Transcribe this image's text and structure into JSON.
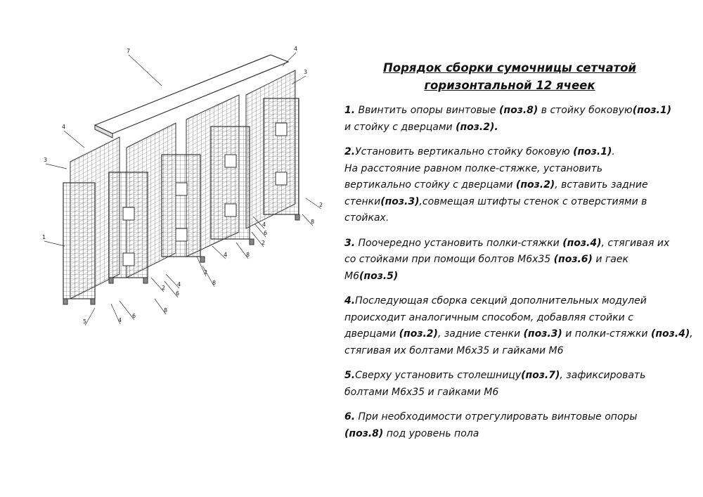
{
  "title": {
    "line1": "Порядок сборки сумочницы сетчатой",
    "line2": "горизонтальной 12 ячеек"
  },
  "steps": [
    {
      "lines": [
        [
          {
            "t": "1.",
            "b": true
          },
          {
            "t": " Ввинтить опоры винтовые "
          },
          {
            "t": "(поз.8)",
            "b": true
          },
          {
            "t": " в стойку боковую"
          },
          {
            "t": "(поз.1)",
            "b": true
          }
        ],
        [
          {
            "t": "и стойку с дверцами "
          },
          {
            "t": "(поз.2).",
            "b": true
          }
        ]
      ]
    },
    {
      "lines": [
        [
          {
            "t": "2.",
            "b": true
          },
          {
            "t": "Установить вертикально стойку боковую "
          },
          {
            "t": "(поз.1)",
            "b": true
          },
          {
            "t": "."
          }
        ],
        [
          {
            "t": "На расстояние равном полке-стяжке,  установить"
          }
        ],
        [
          {
            "t": "вертикально стойку с дверцами "
          },
          {
            "t": "(поз.2)",
            "b": true
          },
          {
            "t": ", вставить задние"
          }
        ],
        [
          {
            "t": "стенки"
          },
          {
            "t": "(поз.3)",
            "b": true
          },
          {
            "t": ",совмещая штифты стенок с отверстиями в"
          }
        ],
        [
          {
            "t": "стойках."
          }
        ]
      ]
    },
    {
      "lines": [
        [
          {
            "t": "3.",
            "b": true
          },
          {
            "t": " Поочередно установить полки-стяжки "
          },
          {
            "t": "(поз.4)",
            "b": true
          },
          {
            "t": ", стягивая их"
          }
        ],
        [
          {
            "t": "со стойками при помощи болтов М6х35 "
          },
          {
            "t": "(поз.6)",
            "b": true
          },
          {
            "t": " и гаек"
          }
        ],
        [
          {
            "t": "М6"
          },
          {
            "t": "(поз.5)",
            "b": true
          }
        ]
      ]
    },
    {
      "lines": [
        [
          {
            "t": "4.",
            "b": true
          },
          {
            "t": "Последующая сборка секций дополнительных модулей"
          }
        ],
        [
          {
            "t": "происходит аналогичным способом, добавляя стойки с"
          }
        ],
        [
          {
            "t": "дверцами "
          },
          {
            "t": "(поз.2)",
            "b": true
          },
          {
            "t": ", задние стенки "
          },
          {
            "t": "(поз.3)",
            "b": true
          },
          {
            "t": " и полки-стяжки "
          },
          {
            "t": "(поз.4)",
            "b": true
          },
          {
            "t": ","
          }
        ],
        [
          {
            "t": "стягивая их болтами М6х35 и гайками М6"
          }
        ]
      ]
    },
    {
      "lines": [
        [
          {
            "t": "5.",
            "b": true
          },
          {
            "t": "Сверху установить столешницу"
          },
          {
            "t": "(поз.7)",
            "b": true
          },
          {
            "t": ", зафиксировать"
          }
        ],
        [
          {
            "t": "болтами М6х35 и гайками М6"
          }
        ]
      ]
    },
    {
      "lines": [
        [
          {
            "t": "6.",
            "b": true
          },
          {
            "t": " При необходимости  отрегулировать винтовые опоры"
          }
        ],
        [
          {
            "t": "(поз.8)",
            "b": true
          },
          {
            "t": "  под уровень пола"
          }
        ]
      ]
    }
  ],
  "drawing": {
    "callouts": [
      "7",
      "4",
      "3",
      "4",
      "3",
      "1",
      "5",
      "4",
      "6",
      "4",
      "6",
      "2",
      "8",
      "2",
      "8",
      "4",
      "8",
      "2",
      "4",
      "6",
      "2",
      "8"
    ]
  }
}
